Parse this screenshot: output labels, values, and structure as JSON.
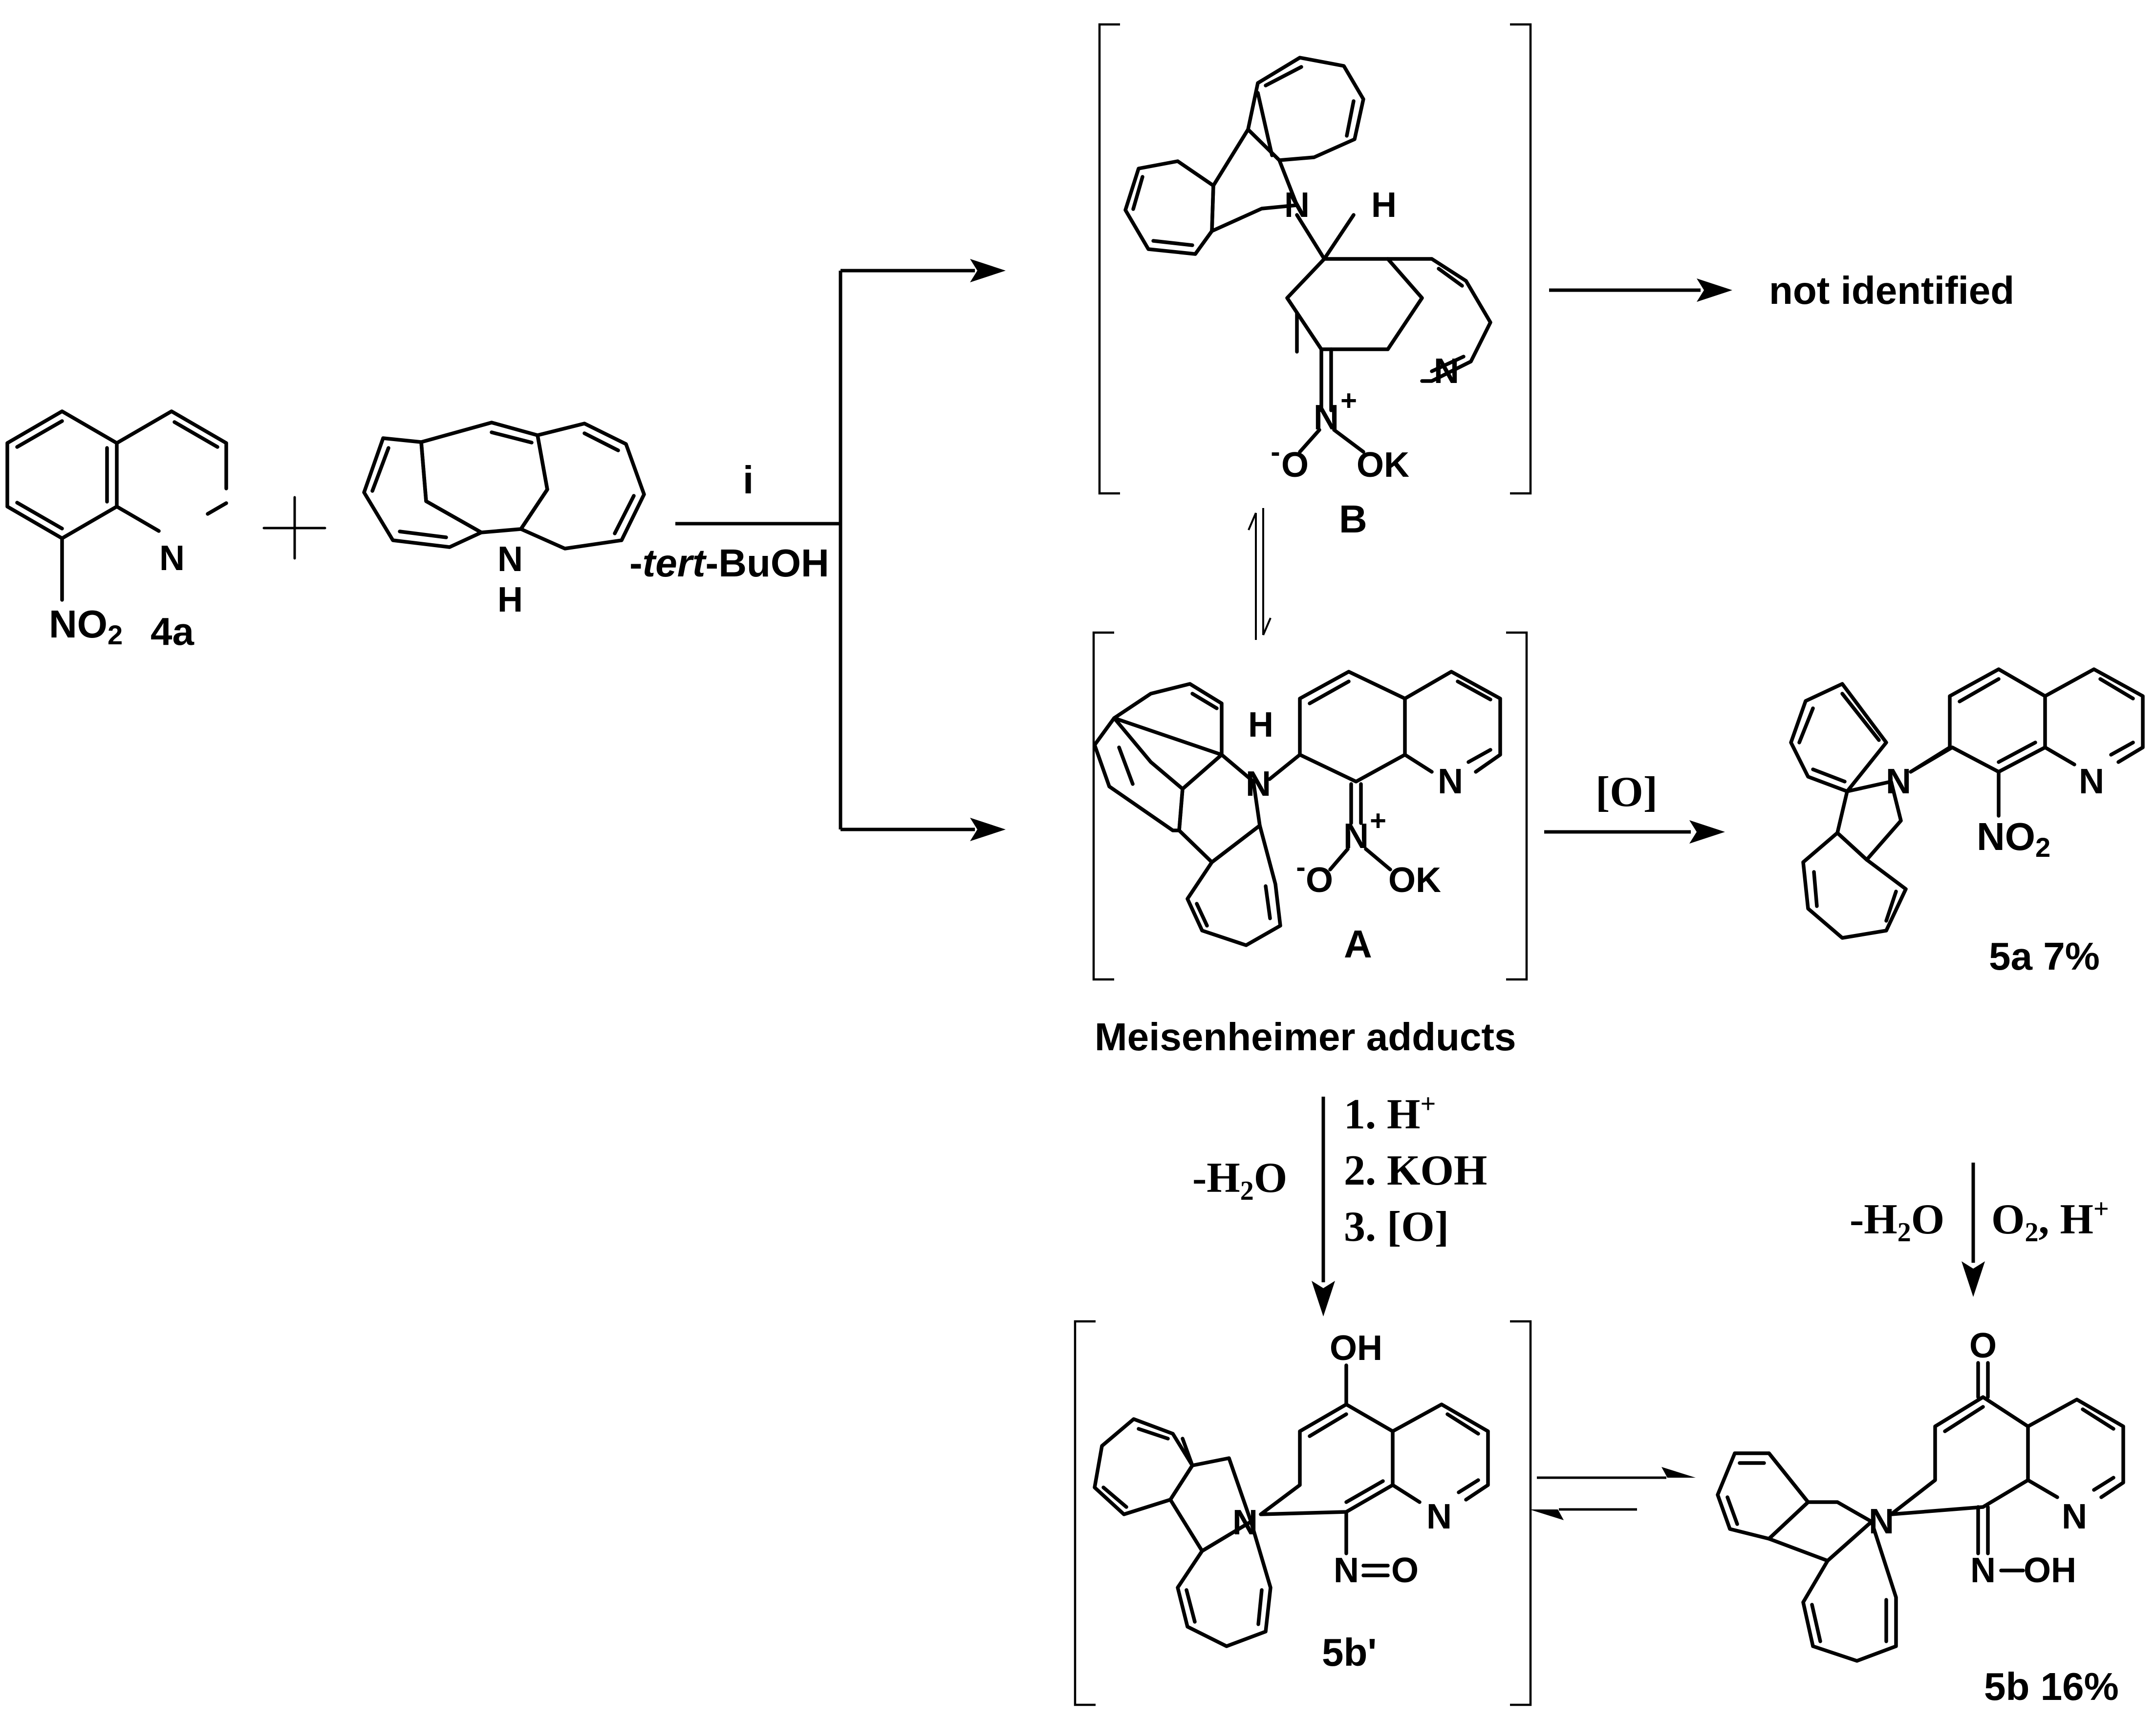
{
  "compounds": {
    "c4a": {
      "label": "4a",
      "substituent": "NO2"
    },
    "carbazole": {
      "nh_label": "N",
      "h_label": "H"
    },
    "intB": {
      "label": "B"
    },
    "intA": {
      "label": "A"
    },
    "p5a": {
      "label": "5a 7%"
    },
    "p5bprime": {
      "label": "5b'"
    },
    "p5b": {
      "label": "5b 16%"
    }
  },
  "texts": {
    "not_identified": "not identified",
    "meisenheimer": "Meisenheimer adducts"
  },
  "conditions": {
    "step_i_top": "i",
    "step_i_bottom_prefix": "-",
    "step_i_bottom_italic": "tert",
    "step_i_bottom_suffix": "-BuOH",
    "oxidation": "[O]",
    "seq_1": "1. H",
    "seq_2": "2. KOH",
    "seq_3": "3. [O]",
    "dehydrate": "-H",
    "dehydrate_2": "O",
    "right_dehydrate": "-H",
    "right_dehydrate_2": "O",
    "right_reagents": "O",
    "right_reagents_2": ", H",
    "plus": "+",
    "sub_2": "2",
    "sup_plus": "+"
  }
}
